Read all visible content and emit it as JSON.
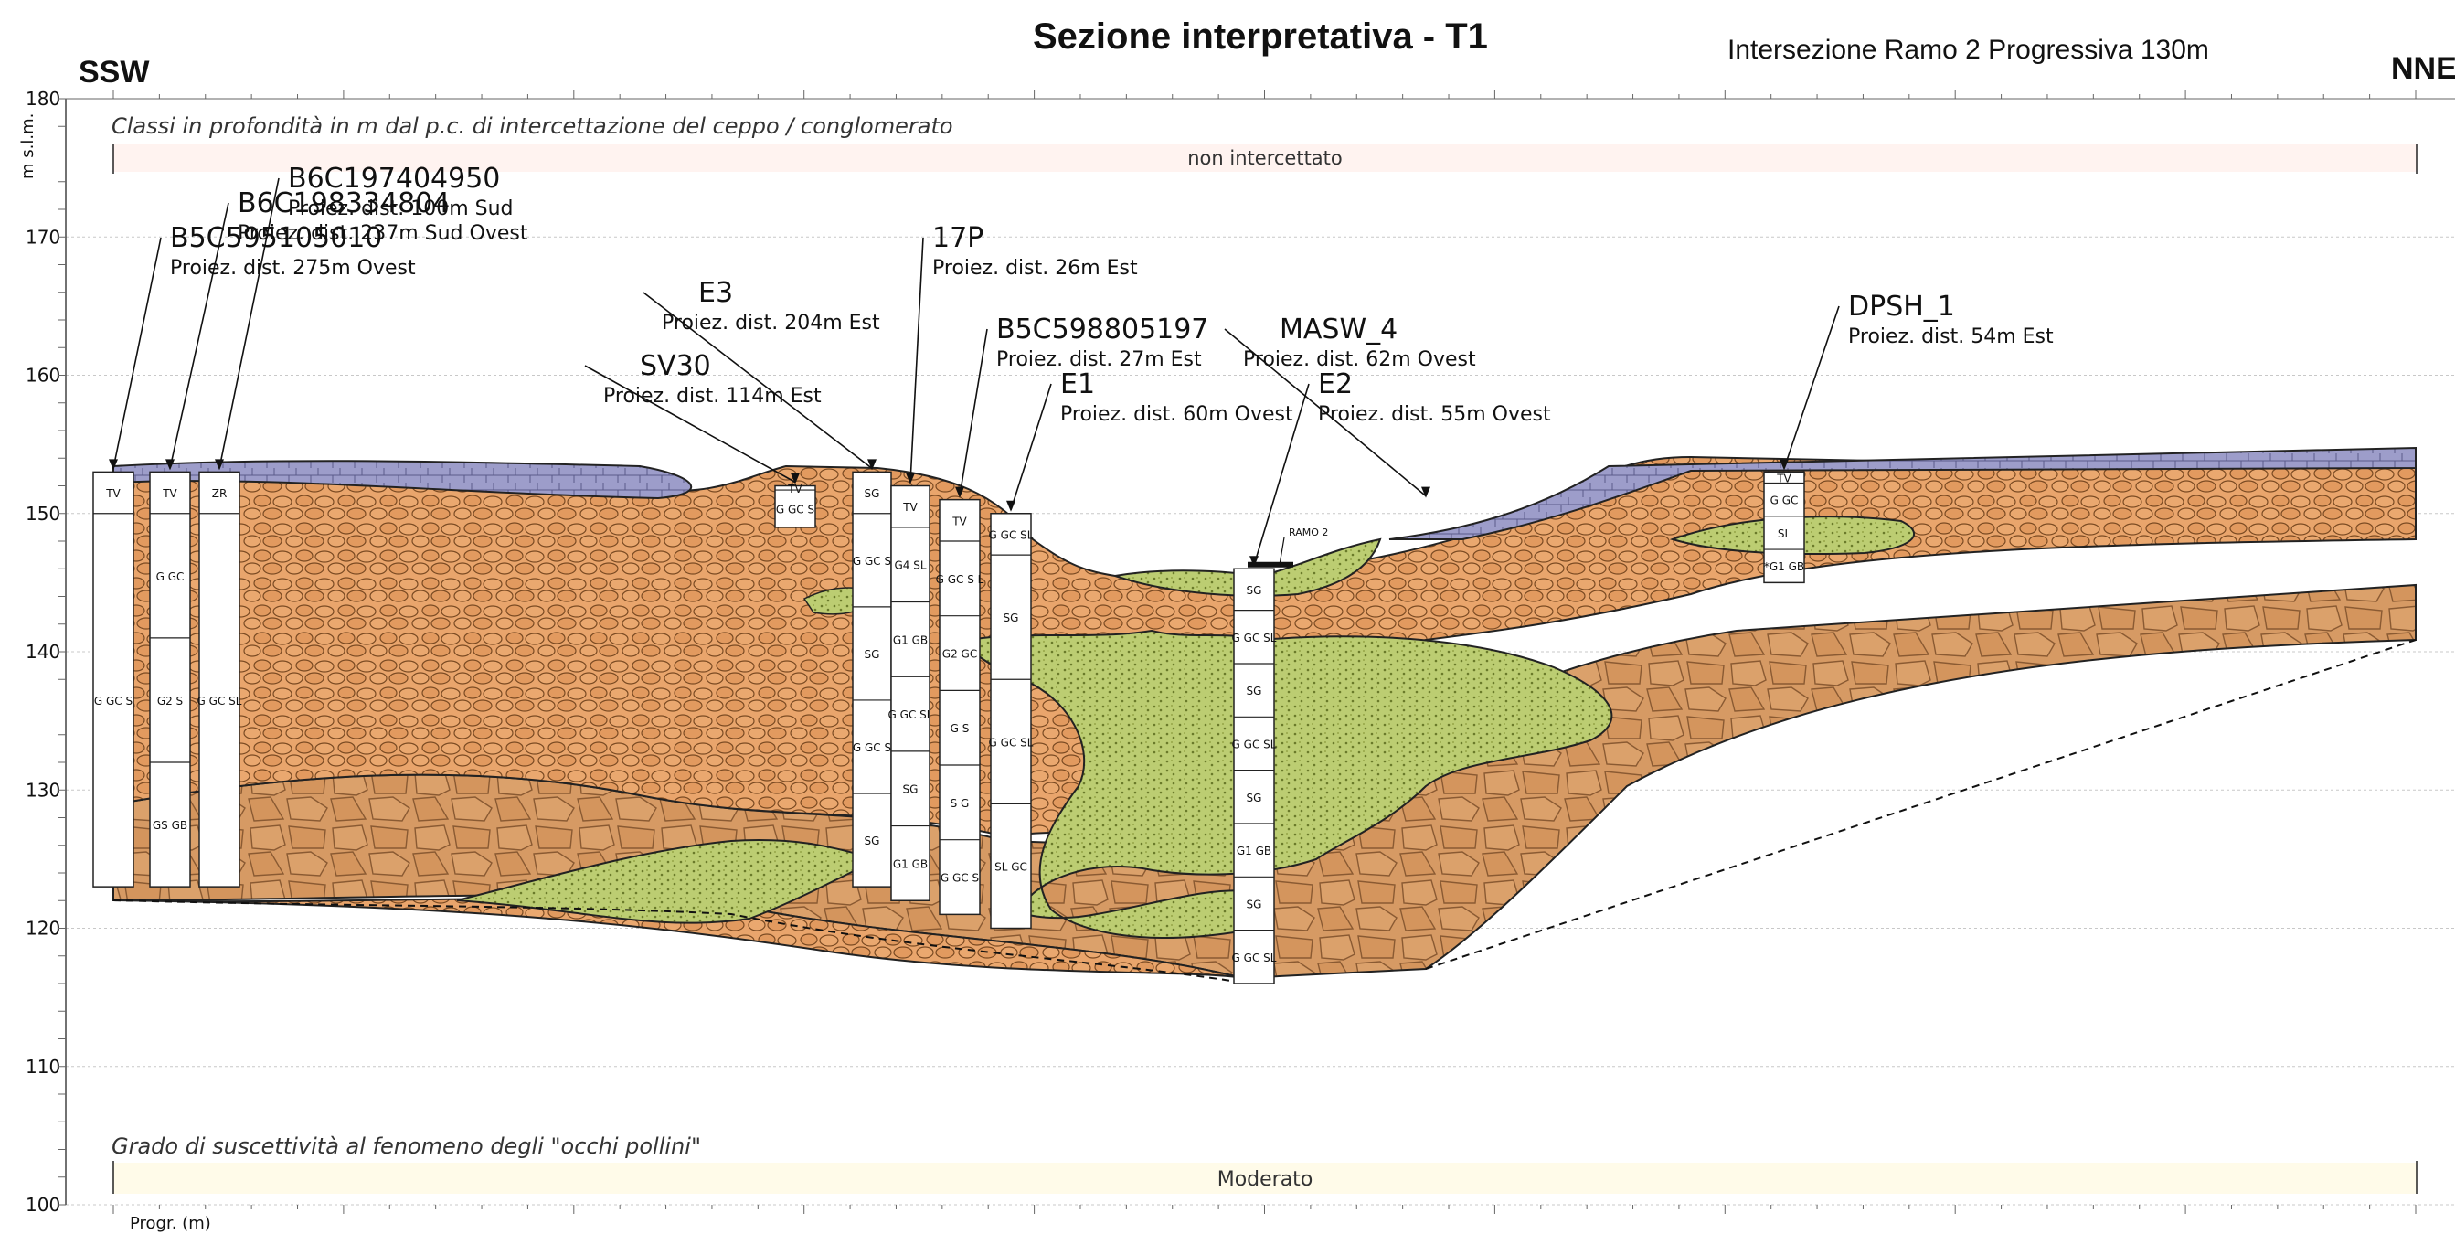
{
  "header": {
    "title": "Sezione interpretativa - T1",
    "subtitle": "Intersezione Ramo 2 Progressiva 130m",
    "dir_left": "SSW",
    "dir_right": "NNE"
  },
  "axes": {
    "y_label": "m s.l.m.",
    "x_label": "Progr. (m)",
    "y_ticks": [
      "180",
      "170",
      "160",
      "150",
      "140",
      "130",
      "120",
      "110",
      "100"
    ],
    "y_range": [
      100,
      180
    ],
    "x_range": [
      0,
      500
    ]
  },
  "bands": {
    "top_caption": "Classi in profondità in m dal p.c. di intercettazione del ceppo / conglomerato",
    "top_value": "non intercettato",
    "bottom_caption": "Grado di suscettività al fenomeno degli \"occhi pollini\"",
    "bottom_value": "Moderato"
  },
  "boreholes": [
    {
      "id": "B5C595105010",
      "proj": "Proiez. dist. 275m Ovest",
      "layers": [
        "TV",
        "G GC S"
      ]
    },
    {
      "id": "B6C198334804",
      "proj": "Proiez. dist. 237m Sud Ovest",
      "layers": [
        "TV",
        "G GC",
        "G2  S",
        "GS GB"
      ]
    },
    {
      "id": "B6C197404950",
      "proj": "Proiez. dist. 100m Sud",
      "layers": [
        "ZR",
        "G GC SL"
      ]
    },
    {
      "id": "SV30",
      "proj": "Proiez. dist. 114m Est",
      "layers": [
        "TV",
        "G GC S"
      ]
    },
    {
      "id": "E3",
      "proj": "Proiez. dist. 204m Est",
      "layers": [
        "SG",
        "G GC S",
        "SG",
        "G GC S",
        "SG"
      ]
    },
    {
      "id": "17P",
      "proj": "Proiez. dist. 26m Est",
      "layers": [
        "TV",
        "G4 SL",
        "G1 GB",
        "G GC SL",
        "SG",
        "G1 GB"
      ]
    },
    {
      "id": "B5C598805197",
      "proj": "Proiez. dist. 27m Est",
      "layers": [
        "TV",
        "G GC S L",
        "G2 GC",
        "G S",
        "S G",
        "G GC S"
      ]
    },
    {
      "id": "E1",
      "proj": "Proiez. dist. 60m Ovest",
      "layers": [
        "G GC SL",
        "SG",
        "G GC SL",
        "SL GC"
      ]
    },
    {
      "id": "MASW_4",
      "proj": "Proiez. dist. 62m Ovest",
      "layers": []
    },
    {
      "id": "E2",
      "proj": "Proiez. dist. 55m Ovest",
      "layers": [
        "SG",
        "G GC SL",
        "SG",
        "G GC SL",
        "SG",
        "G1 GB",
        "SG",
        "G GC SL"
      ]
    },
    {
      "id": "DPSH_1",
      "proj": "Proiez. dist. 54m Est",
      "layers": [
        "TV",
        "G GC",
        "SL",
        "*G1 GB"
      ]
    }
  ],
  "ramo_label": "RAMO 2",
  "colors": {
    "topsoil": "#9a9ac8",
    "gravel": "#e8a36a",
    "gravel_dark": "#cf8a56",
    "sand": "#b9cc6a",
    "boulder": "#d99a62",
    "band_top": "#fff3f0",
    "band_bottom": "#fffbe9"
  }
}
